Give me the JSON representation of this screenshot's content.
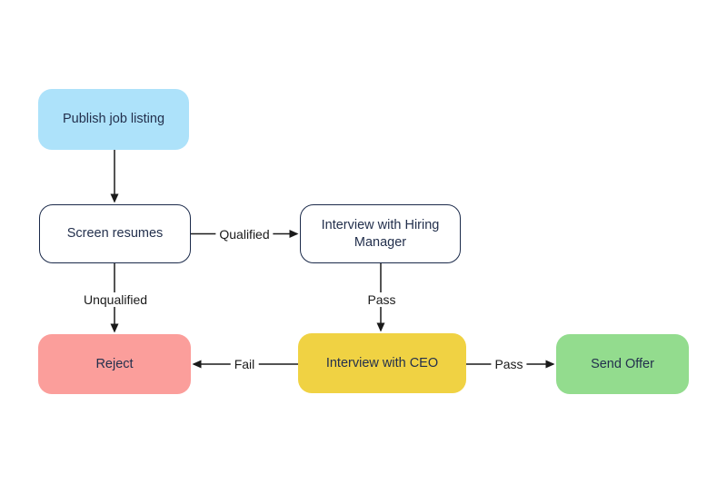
{
  "canvas": {
    "background": "#ffffff"
  },
  "palette": {
    "node_blue": "#ade2fa",
    "node_red": "#fb9e9b",
    "node_yellow": "#f0d243",
    "node_green": "#93dc8e",
    "outlined_node_border": "#1b2a4a",
    "node_text": "#23304d",
    "edge_line": "#1a1a1a",
    "edge_label_text": "#1a1a1a"
  },
  "diagram": {
    "nodes": [
      {
        "id": "publish-job-listing",
        "label": "Publish job listing",
        "fill": "#ade2fa"
      },
      {
        "id": "screen-resumes",
        "label": "Screen resumes",
        "fill": "#ffffff"
      },
      {
        "id": "interview-hiring-manager",
        "label": "Interview with Hiring Manager",
        "fill": "#ffffff"
      },
      {
        "id": "reject",
        "label": "Reject",
        "fill": "#fb9e9b"
      },
      {
        "id": "interview-ceo",
        "label": "Interview with CEO",
        "fill": "#f0d243"
      },
      {
        "id": "send-offer",
        "label": "Send Offer",
        "fill": "#93dc8e"
      }
    ],
    "edges": [
      {
        "from": "publish-job-listing",
        "to": "screen-resumes",
        "label": ""
      },
      {
        "from": "screen-resumes",
        "to": "interview-hiring-manager",
        "label": "Qualified"
      },
      {
        "from": "screen-resumes",
        "to": "reject",
        "label": "Unqualified"
      },
      {
        "from": "interview-hiring-manager",
        "to": "interview-ceo",
        "label": "Pass"
      },
      {
        "from": "interview-ceo",
        "to": "reject",
        "label": "Fail"
      },
      {
        "from": "interview-ceo",
        "to": "send-offer",
        "label": "Pass"
      }
    ]
  }
}
